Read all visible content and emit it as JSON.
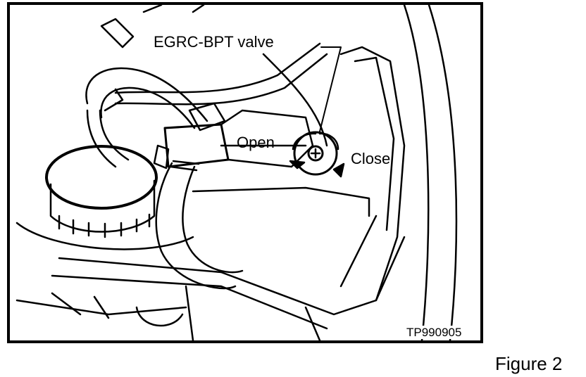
{
  "callout_label": "EGRC-BPT valve",
  "open_label": "Open",
  "close_label": "Close",
  "figure_code": "TP990905",
  "caption": "Figure 2",
  "colors": {
    "ink": "#000000",
    "paper": "#ffffff"
  }
}
